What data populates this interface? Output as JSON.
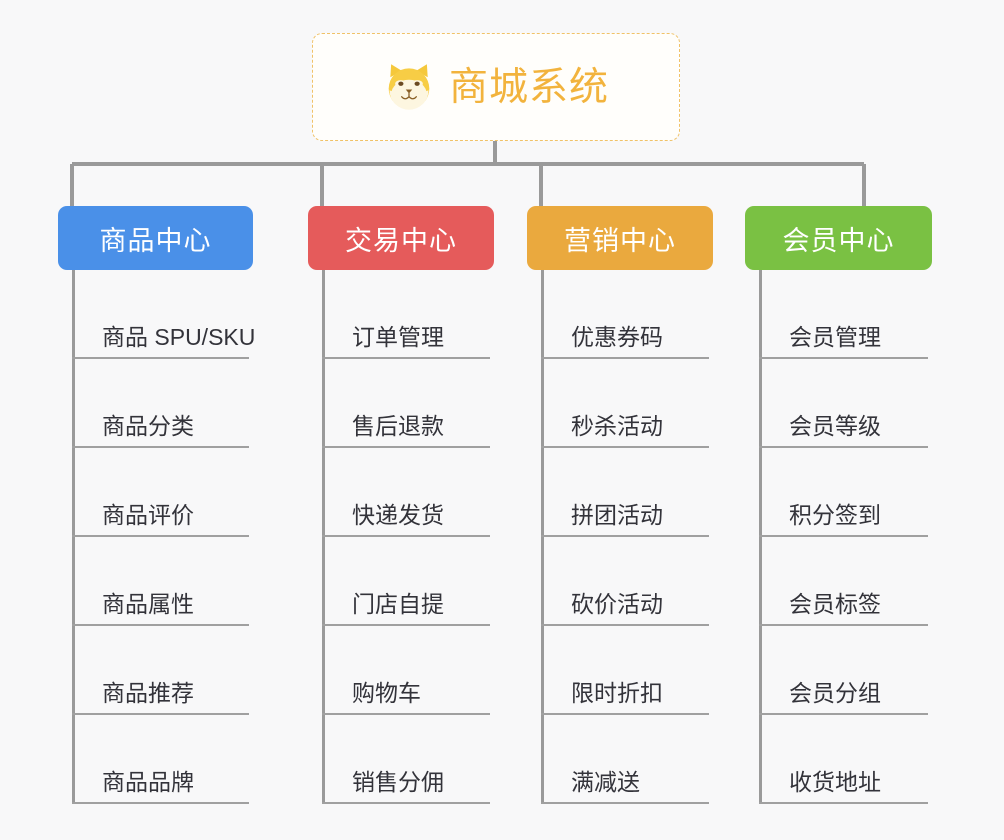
{
  "root": {
    "title": "商城系统",
    "icon": "shiba-dog-emoji",
    "border_color": "#f0c268",
    "text_color": "#f2b33d"
  },
  "branches": [
    {
      "title": "商品中心",
      "color": "#4a90e8",
      "items": [
        "商品 SPU/SKU",
        "商品分类",
        "商品评价",
        "商品属性",
        "商品推荐",
        "商品品牌"
      ]
    },
    {
      "title": "交易中心",
      "color": "#e55b5b",
      "items": [
        "订单管理",
        "售后退款",
        "快递发货",
        "门店自提",
        "购物车",
        "销售分佣"
      ]
    },
    {
      "title": "营销中心",
      "color": "#eaa93e",
      "items": [
        "优惠券码",
        "秒杀活动",
        "拼团活动",
        "砍价活动",
        "限时折扣",
        "满减送"
      ]
    },
    {
      "title": "会员中心",
      "color": "#7ac143",
      "items": [
        "会员管理",
        "会员等级",
        "积分签到",
        "会员标签",
        "会员分组",
        "收货地址"
      ]
    }
  ],
  "colors": {
    "background": "#f8f8f9",
    "connector": "#9a9a9a",
    "leaf_text": "#33333a",
    "leaf_underline": "#a0a0a0"
  }
}
